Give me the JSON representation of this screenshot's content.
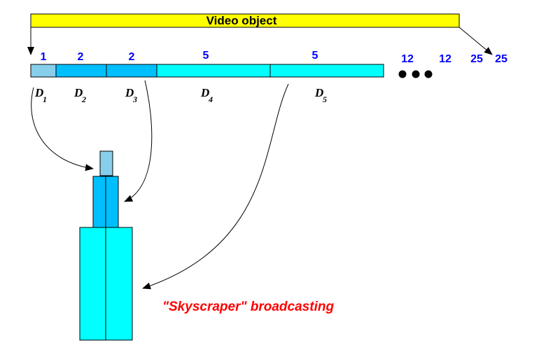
{
  "video_object": {
    "label": "Video object",
    "fill": "#ffff00",
    "stroke": "#000000"
  },
  "segments": [
    {
      "size": "1",
      "d_letter": "D",
      "d_sub": "1",
      "fill": "#87ceeb"
    },
    {
      "size": "2",
      "d_letter": "D",
      "d_sub": "2",
      "fill": "#00bfff"
    },
    {
      "size": "2",
      "d_letter": "D",
      "d_sub": "3",
      "fill": "#00bfff"
    },
    {
      "size": "5",
      "d_letter": "D",
      "d_sub": "4",
      "fill": "#00ffff"
    },
    {
      "size": "5",
      "d_letter": "D",
      "d_sub": "5",
      "fill": "#00ffff"
    }
  ],
  "continuation": {
    "series": [
      "12",
      "12",
      "25",
      "25"
    ],
    "ellipsis": "•••"
  },
  "colors": {
    "number_text": "#0000ff",
    "caption_text": "#ff0000"
  },
  "caption": "\"Skyscraper\" broadcasting"
}
